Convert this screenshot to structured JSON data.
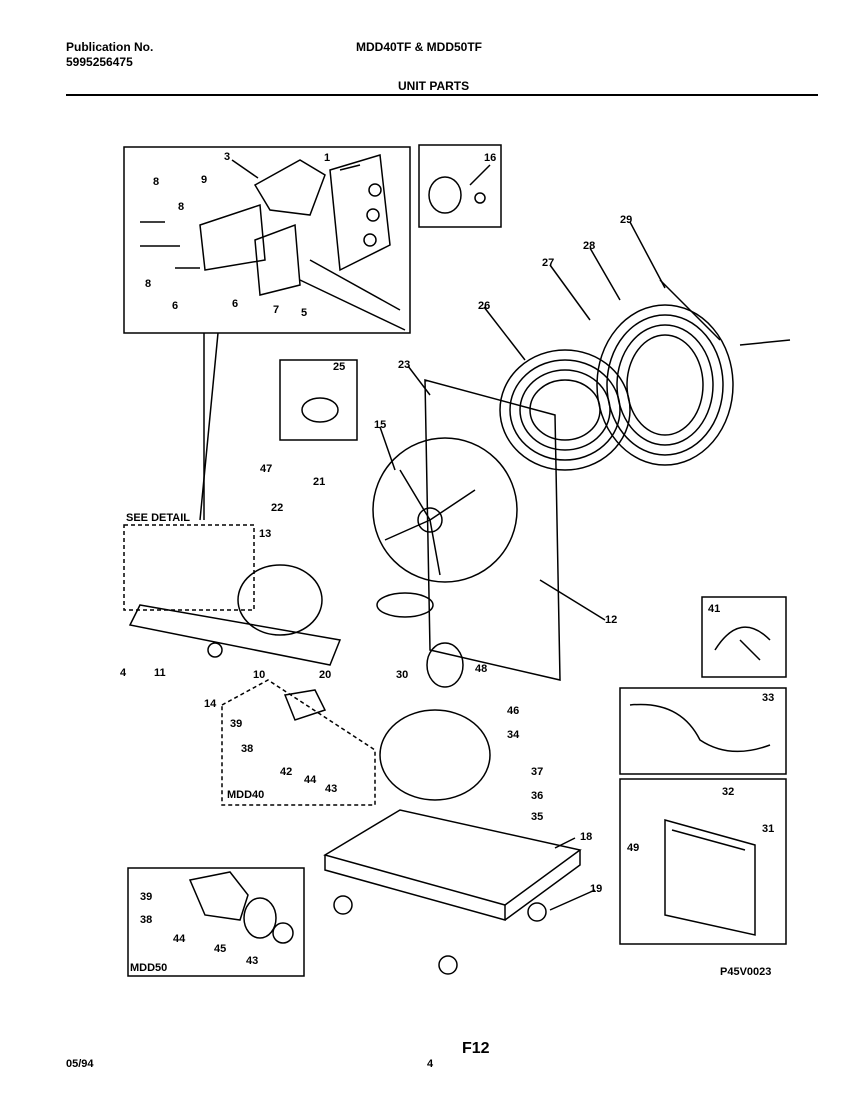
{
  "header": {
    "publication_label": "Publication No.",
    "publication_number": "5995256475",
    "models": "MDD40TF & MDD50TF",
    "section_title": "UNIT PARTS"
  },
  "labels": {
    "see_detail": "SEE DETAIL",
    "mdd40": "MDD40",
    "mdd50": "MDD50",
    "drawing_code": "P45V0023"
  },
  "callouts": [
    "1",
    "3",
    "9",
    "8",
    "8",
    "8",
    "6",
    "6",
    "7",
    "5",
    "16",
    "29",
    "28",
    "27",
    "26",
    "25",
    "23",
    "15",
    "47",
    "21",
    "22",
    "13",
    "12",
    "4",
    "11",
    "10",
    "20",
    "30",
    "48",
    "14",
    "39",
    "38",
    "42",
    "44",
    "43",
    "46",
    "34",
    "37",
    "36",
    "35",
    "18",
    "19",
    "41",
    "33",
    "32",
    "31",
    "49",
    "39",
    "38",
    "44",
    "45",
    "43"
  ],
  "footer": {
    "date": "05/94",
    "page_code": "F12",
    "page_number": "4"
  }
}
